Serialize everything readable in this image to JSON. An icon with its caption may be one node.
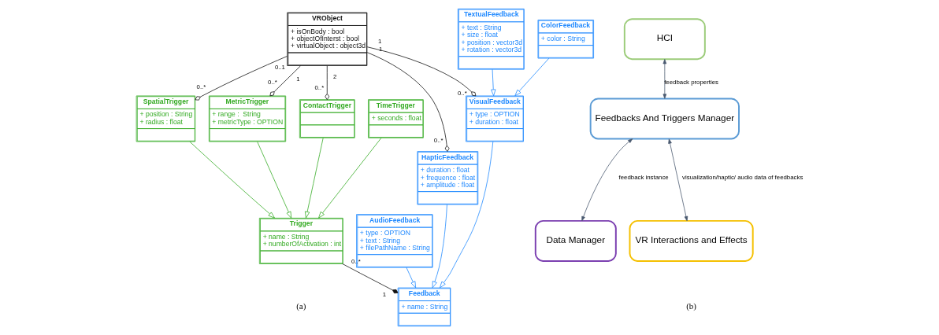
{
  "diagram": {
    "nodes": [
      {
        "text": [
          "HapticFeedback",
          "+ duration : float",
          "+ frequence : float",
          "+ amplitude : float"
        ]
      },
      {
        "text": [
          "VRObject",
          "+ isOnBody : bool",
          "+ objectOfInterst : bool",
          "+ virtualObject : object3d"
        ]
      },
      {
        "text": [
          "ContactTrigger"
        ]
      },
      {
        "text": [
          "SpatialTrigger",
          "+ position : String",
          "+ radius : float"
        ]
      },
      {
        "text": [
          "ColorFeedback",
          "+ color : String"
        ]
      },
      {
        "text": [
          "VisualFeedback",
          "+ type : OPTION",
          "+ duration : float"
        ]
      },
      {
        "text": [
          "Feedback",
          "+ name : String"
        ]
      },
      {
        "text": [
          "MetricTrigger",
          "+ range :  String",
          "+ metricType : OPTION"
        ]
      },
      {
        "text": [
          "TextualFeedback",
          "+ text : String",
          "+ size : float",
          "+ position : vector3d",
          "+ rotation : vector3d"
        ]
      },
      {
        "text": [
          "AudioFeedback",
          "+ type : OPTION",
          "+ text : String",
          "+ filePathName : String"
        ]
      },
      {
        "text": [
          "Trigger",
          "+ name : String",
          "+ numberOfActivation : int"
        ]
      },
      {
        "text": [
          "TimeTrigger",
          "+ seconds : float"
        ]
      },
      {
        "text": [
          "Data Manager"
        ]
      },
      {
        "text": [
          "HCI"
        ]
      },
      {
        "text": [
          "Feedbacks And Triggers Manager"
        ]
      },
      {
        "text": [
          "VR Interactions and Effects"
        ]
      }
    ],
    "edges": [
      {
        "from": 1,
        "to": 5,
        "arrow": "other"
      },
      {
        "from": 1,
        "to": 0,
        "arrow": "other"
      },
      {
        "from": 1,
        "to": 7,
        "arrow": "other"
      },
      {
        "from": 1,
        "to": 3,
        "arrow": "other"
      },
      {
        "from": 1,
        "to": 2,
        "arrow": "other"
      },
      {
        "from": 10,
        "to": 6,
        "arrow": "other"
      },
      {
        "from": 4,
        "to": 5,
        "arrow": "to",
        "color": "#1e88ff"
      },
      {
        "from": 8,
        "to": 5,
        "arrow": "to",
        "color": "#1e88ff"
      },
      {
        "from": 0,
        "to": 6,
        "arrow": "to",
        "color": "#1e88ff"
      },
      {
        "from": 5,
        "to": 6,
        "arrow": "to",
        "color": "#1e88ff"
      },
      {
        "from": 9,
        "to": 6,
        "arrow": "to",
        "color": "#1e88ff"
      },
      {
        "from": 2,
        "to": 10,
        "arrow": "to",
        "color": "#33aa22"
      },
      {
        "from": 3,
        "to": 10,
        "arrow": "to",
        "color": "#33aa22"
      },
      {
        "from": 7,
        "to": 10,
        "arrow": "to",
        "color": "#33aa22"
      },
      {
        "from": 11,
        "to": 10,
        "arrow": "to",
        "color": "#33aa22"
      },
      {
        "from": 14,
        "to": 12,
        "arrow": "both",
        "label": "feedback instance",
        "color": "#4a5a70"
      },
      {
        "from": 13,
        "to": 14,
        "arrow": "both",
        "label": "feedback properties",
        "color": "#4a5a70"
      },
      {
        "from": 14,
        "to": 15,
        "arrow": "both",
        "label": "visualization/haptic/ audio data of feedbacks",
        "color": "#4a5a70"
      }
    ],
    "labels": [
      "0..*",
      "1",
      "1",
      "0..1",
      "2",
      "0..*",
      "1",
      "0..*",
      "0..*",
      "0..*",
      "1",
      "0..*",
      "(a)",
      "(b)"
    ]
  }
}
